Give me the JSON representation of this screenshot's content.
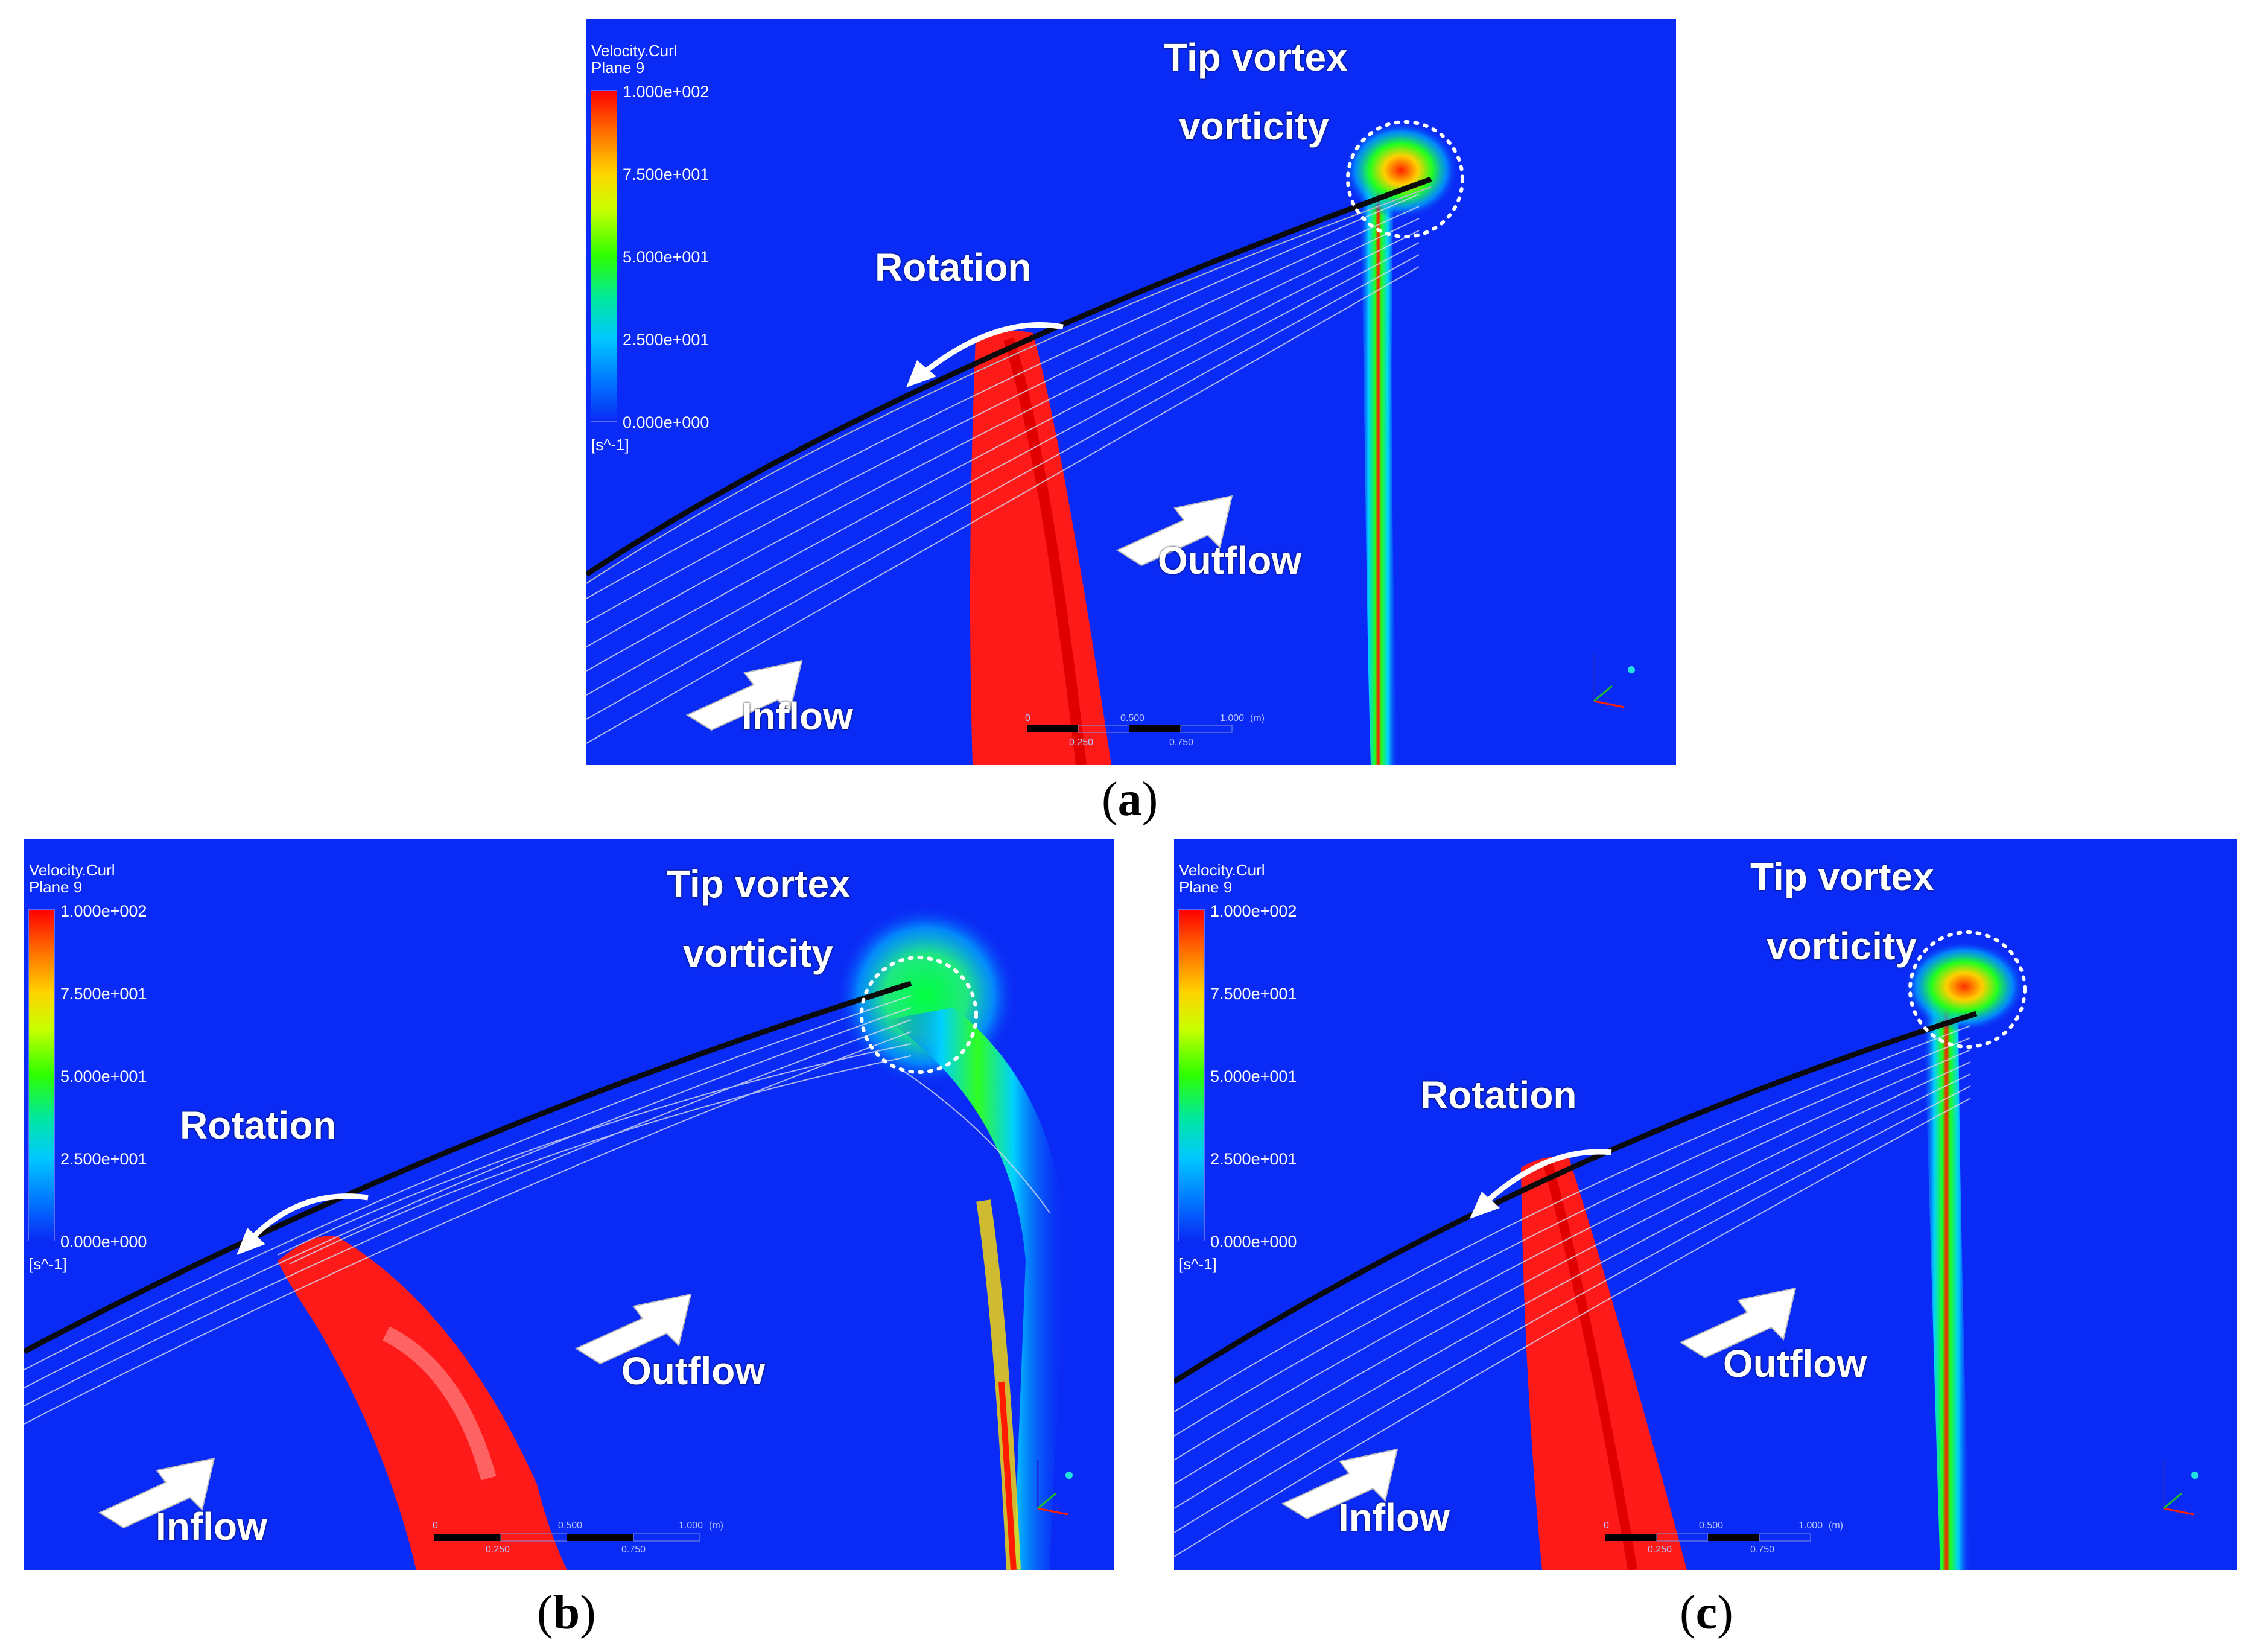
{
  "panels": {
    "a": {
      "legend_title": "Velocity.Curl\nPlane 9",
      "colorbar_ticks": [
        "1.000e+002",
        "7.500e+001",
        "5.000e+001",
        "2.500e+001",
        "0.000e+000"
      ],
      "unit": "[s^-1]",
      "labels": {
        "tip_vortex": "Tip vortex",
        "vorticity": "vorticity",
        "rotation": "Rotation",
        "outflow": "Outflow",
        "inflow": "Inflow"
      },
      "scale": {
        "t0": "0",
        "t500": "0.500",
        "t1000": "1.000",
        "unit": "(m)",
        "t250": "0.250",
        "t750": "0.750"
      },
      "caption_letter": "a"
    },
    "b": {
      "legend_title": "Velocity.Curl\nPlane 9",
      "colorbar_ticks": [
        "1.000e+002",
        "7.500e+001",
        "5.000e+001",
        "2.500e+001",
        "0.000e+000"
      ],
      "unit": "[s^-1]",
      "labels": {
        "tip_vortex": "Tip vortex",
        "vorticity": "vorticity",
        "rotation": "Rotation",
        "outflow": "Outflow",
        "inflow": "Inflow"
      },
      "scale": {
        "t0": "0",
        "t500": "0.500",
        "t1000": "1.000",
        "unit": "(m)",
        "t250": "0.250",
        "t750": "0.750"
      },
      "caption_letter": "b"
    },
    "c": {
      "legend_title": "Velocity.Curl\nPlane 9",
      "colorbar_ticks": [
        "1.000e+002",
        "7.500e+001",
        "5.000e+001",
        "2.500e+001",
        "0.000e+000"
      ],
      "unit": "[s^-1]",
      "labels": {
        "tip_vortex": "Tip vortex",
        "vorticity": "vorticity",
        "rotation": "Rotation",
        "outflow": "Outflow",
        "inflow": "Inflow"
      },
      "scale": {
        "t0": "0",
        "t500": "0.500",
        "t1000": "1.000",
        "unit": "(m)",
        "t250": "0.250",
        "t750": "0.750"
      },
      "caption_letter": "c"
    }
  },
  "colors": {
    "background": "#0a2bf5",
    "blade": "#ff1a1a",
    "annotation": "#ffffff"
  }
}
